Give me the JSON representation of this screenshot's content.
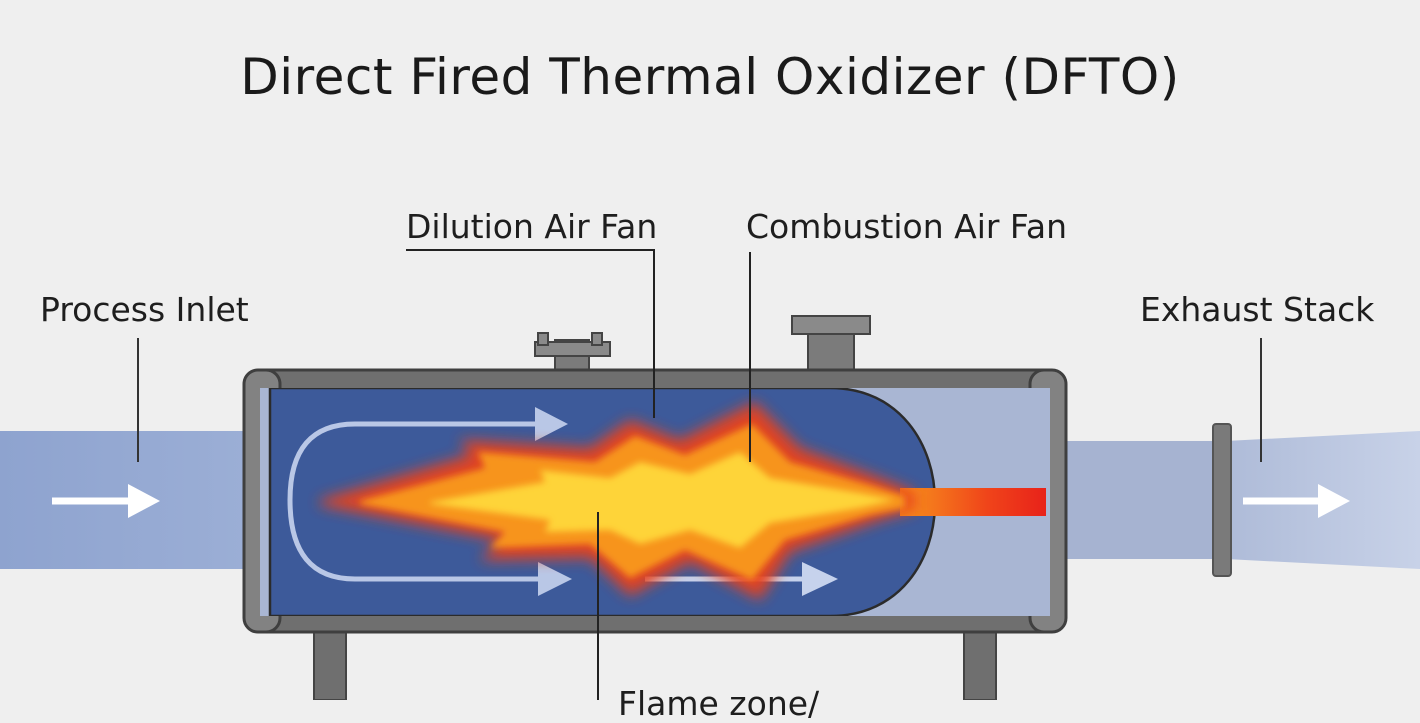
{
  "title": "Direct Fired Thermal Oxidizer (DFTO)",
  "labels": {
    "process_inlet": "Process Inlet",
    "dilution_air_fan": "Dilution Air Fan",
    "combustion_air_fan": "Combustion Air Fan",
    "exhaust_stack": "Exhaust Stack",
    "flame_partial": "Flame zone/"
  },
  "colors": {
    "background": "#efefef",
    "duct": "#a9b8d6",
    "chamber": "#3d5a9a",
    "shell": "#6f6f6f",
    "flame_outer": "#e8431b",
    "flame_mid": "#f7941d",
    "flame_core": "#ffd83a",
    "flow_arrow": "#b9c7e6"
  }
}
